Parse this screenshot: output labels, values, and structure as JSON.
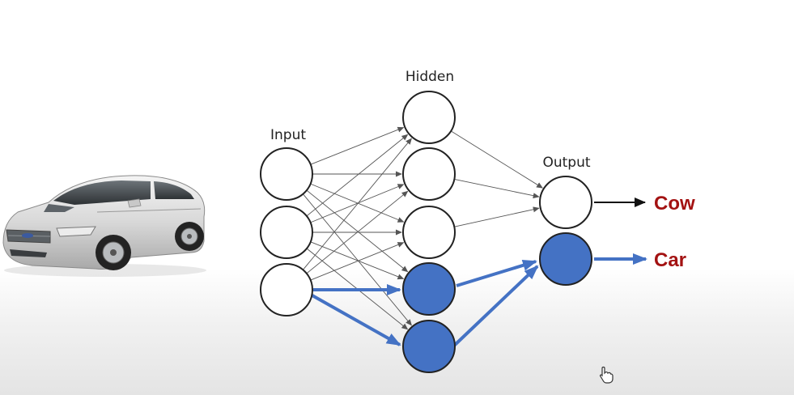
{
  "layers": {
    "input_label": "Input",
    "hidden_label": "Hidden",
    "output_label": "Output"
  },
  "outputs": {
    "cow": "Cow",
    "car": "Car"
  },
  "colors": {
    "highlight": "#4472c4",
    "label_red": "#a31212",
    "thin_line": "#555555",
    "node_stroke": "#222222"
  },
  "icons": {
    "car_image": "car-illustration",
    "cursor": "hand-pointer-icon"
  }
}
